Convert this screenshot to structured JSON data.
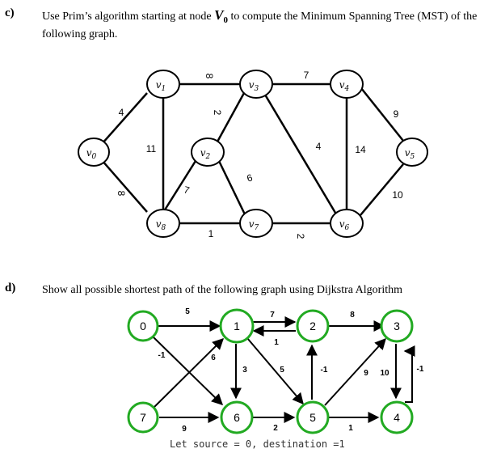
{
  "question_c": {
    "label": "c)",
    "text": "Use Prim’s algorithm starting at node V0 to compute the Minimum Spanning Tree (MST) of the following graph.",
    "line1": "Use Prim’s algorithm starting at node",
    "node_name": "V",
    "node_sub": "0",
    "line1_rest": "to compute the Minimum Spanning Tree (MST) of the",
    "line2": "following graph.",
    "graph": {
      "nodes": [
        {
          "id": "v0",
          "label": "v",
          "sub": "0"
        },
        {
          "id": "v1",
          "label": "v",
          "sub": "1"
        },
        {
          "id": "v2",
          "label": "v",
          "sub": "2"
        },
        {
          "id": "v3",
          "label": "v",
          "sub": "3"
        },
        {
          "id": "v4",
          "label": "v",
          "sub": "4"
        },
        {
          "id": "v5",
          "label": "v",
          "sub": "5"
        },
        {
          "id": "v6",
          "label": "v",
          "sub": "6"
        },
        {
          "id": "v7",
          "label": "v",
          "sub": "7"
        },
        {
          "id": "v8",
          "label": "v",
          "sub": "8"
        }
      ],
      "edges": [
        {
          "from": "v0",
          "to": "v1",
          "weight": "4"
        },
        {
          "from": "v0",
          "to": "v8",
          "weight": "8"
        },
        {
          "from": "v1",
          "to": "v3",
          "weight": "8"
        },
        {
          "from": "v1",
          "to": "v8",
          "weight": "11"
        },
        {
          "from": "v3",
          "to": "v2",
          "weight": "2"
        },
        {
          "from": "v3",
          "to": "v4",
          "weight": "7"
        },
        {
          "from": "v3",
          "to": "v6",
          "weight": "4"
        },
        {
          "from": "v2",
          "to": "v8",
          "weight": "7"
        },
        {
          "from": "v2",
          "to": "v7",
          "weight": "6"
        },
        {
          "from": "v4",
          "to": "v5",
          "weight": "9"
        },
        {
          "from": "v4",
          "to": "v6",
          "weight": "14"
        },
        {
          "from": "v5",
          "to": "v6",
          "weight": "10"
        },
        {
          "from": "v8",
          "to": "v7",
          "weight": "1"
        },
        {
          "from": "v7",
          "to": "v6",
          "weight": "2"
        }
      ]
    }
  },
  "question_d": {
    "label": "d)",
    "text": "Show all possible shortest path of the following graph using Dijkstra Algorithm",
    "graph": {
      "node_color": "#22aa22",
      "nodes": [
        "0",
        "1",
        "2",
        "3",
        "7",
        "6",
        "5",
        "4"
      ],
      "edges": [
        {
          "from": "0",
          "to": "1",
          "weight": "5"
        },
        {
          "from": "1",
          "to": "2",
          "weight": "7"
        },
        {
          "from": "2",
          "to": "1",
          "weight": "1"
        },
        {
          "from": "2",
          "to": "3",
          "weight": "8"
        },
        {
          "from": "0",
          "to": "6",
          "weight": "-1"
        },
        {
          "from": "7",
          "to": "1",
          "weight": "6"
        },
        {
          "from": "1",
          "to": "6",
          "weight": "3"
        },
        {
          "from": "1",
          "to": "5",
          "weight": "5"
        },
        {
          "from": "5",
          "to": "2",
          "weight": "-1"
        },
        {
          "from": "5",
          "to": "3",
          "weight": "9"
        },
        {
          "from": "3",
          "to": "4",
          "weight": "10"
        },
        {
          "from": "4",
          "to": "3",
          "weight": "-1"
        },
        {
          "from": "7",
          "to": "6",
          "weight": "9"
        },
        {
          "from": "6",
          "to": "5",
          "weight": "2"
        },
        {
          "from": "5",
          "to": "4",
          "weight": "1"
        }
      ]
    },
    "note": "Let source = 0, destination =1"
  }
}
